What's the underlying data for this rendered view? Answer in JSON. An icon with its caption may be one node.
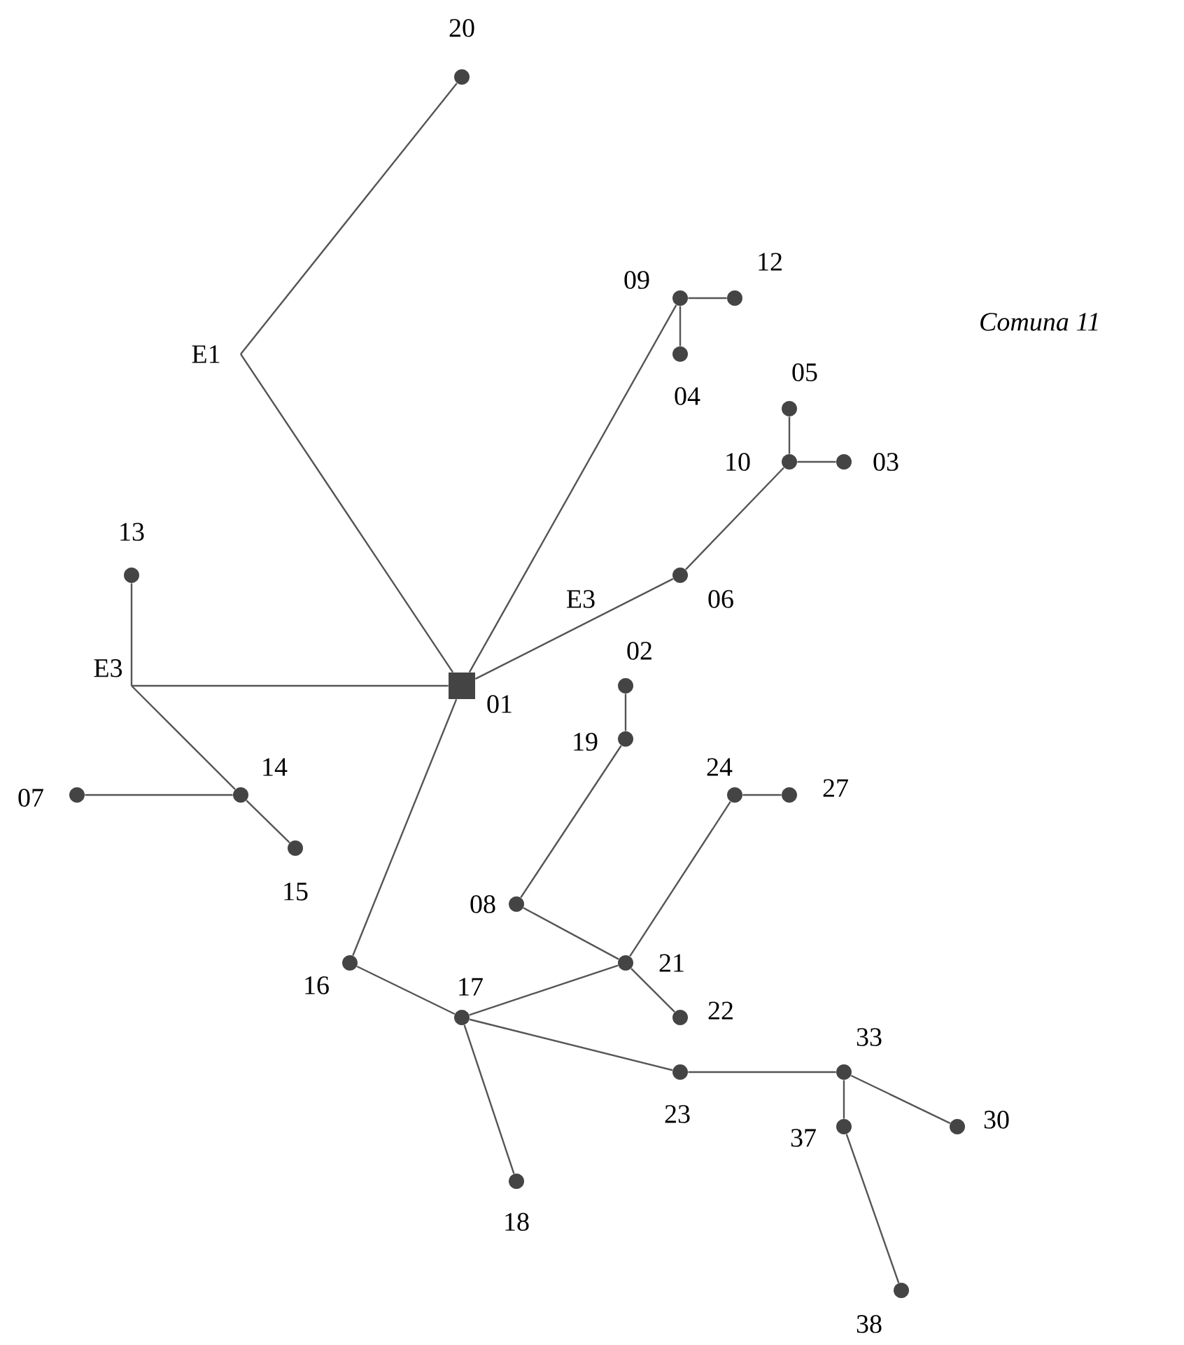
{
  "diagram": {
    "nodes": [
      {
        "text": [],
        "shape": "circle",
        "beside": [
          "20"
        ]
      },
      {
        "text": [
          "E1"
        ]
      },
      {
        "text": [],
        "shape": "circle",
        "beside": [
          "09"
        ]
      },
      {
        "text": [],
        "shape": "circle",
        "beside": [
          "12"
        ]
      },
      {
        "text": [],
        "shape": "circle",
        "beside": [
          "04"
        ]
      },
      {
        "text": [],
        "shape": "circle",
        "beside": [
          "05"
        ]
      },
      {
        "text": [],
        "shape": "circle",
        "beside": [
          "10"
        ]
      },
      {
        "text": [],
        "shape": "circle",
        "beside": [
          "03"
        ]
      },
      {
        "text": [],
        "shape": "circle",
        "beside": [
          "13"
        ]
      },
      {
        "text": [],
        "shape": "circle",
        "beside": [
          "06"
        ]
      },
      {
        "text": [
          "E3"
        ]
      },
      {
        "text": [],
        "shape": "box",
        "beside": [
          "01"
        ]
      },
      {
        "text": [],
        "shape": "circle",
        "beside": [
          "02"
        ]
      },
      {
        "text": [],
        "shape": "circle",
        "beside": [
          "19"
        ]
      },
      {
        "text": [],
        "shape": "circle",
        "beside": [
          "07"
        ]
      },
      {
        "text": [],
        "shape": "circle",
        "beside": [
          "14"
        ]
      },
      {
        "text": [],
        "shape": "circle",
        "beside": [
          "24"
        ]
      },
      {
        "text": [],
        "shape": "circle",
        "beside": [
          "27"
        ]
      },
      {
        "text": [],
        "shape": "circle",
        "beside": [
          "15"
        ]
      },
      {
        "text": [],
        "shape": "circle",
        "beside": [
          "08"
        ]
      },
      {
        "text": [],
        "shape": "circle",
        "beside": [
          "16"
        ]
      },
      {
        "text": [],
        "shape": "circle",
        "beside": [
          "21"
        ]
      },
      {
        "text": [],
        "shape": "circle",
        "beside": [
          "17"
        ]
      },
      {
        "text": [],
        "shape": "circle",
        "beside": [
          "22"
        ]
      },
      {
        "text": [],
        "shape": "circle",
        "beside": [
          "23"
        ]
      },
      {
        "text": [],
        "shape": "circle",
        "beside": [
          "33"
        ]
      },
      {
        "text": [],
        "shape": "circle",
        "beside": [
          "30"
        ]
      },
      {
        "text": [],
        "shape": "circle",
        "beside": [
          "37"
        ]
      },
      {
        "text": [],
        "shape": "circle",
        "beside": [
          "18"
        ]
      },
      {
        "text": [],
        "shape": "circle",
        "beside": [
          "38"
        ]
      }
    ],
    "edges": [
      {
        "from": 0,
        "to": 1,
        "arrow": "none"
      },
      {
        "from": 1,
        "to": 11,
        "arrow": "none"
      },
      {
        "from": 11,
        "to": 2,
        "arrow": "none"
      },
      {
        "from": 2,
        "to": 3,
        "arrow": "none"
      },
      {
        "from": 2,
        "to": 4,
        "arrow": "none"
      },
      {
        "from": 11,
        "to": 9,
        "arrow": "none",
        "label": "E3"
      },
      {
        "from": 9,
        "to": 6,
        "arrow": "none"
      },
      {
        "from": 6,
        "to": 5,
        "arrow": "none"
      },
      {
        "from": 6,
        "to": 7,
        "arrow": "none"
      },
      {
        "from": 11,
        "to": 10,
        "arrow": "none"
      },
      {
        "from": 10,
        "to": 8,
        "arrow": "none"
      },
      {
        "from": 10,
        "to": 15,
        "arrow": "none"
      },
      {
        "from": 15,
        "to": 14,
        "arrow": "none"
      },
      {
        "from": 15,
        "to": 18,
        "arrow": "none"
      },
      {
        "from": 11,
        "to": 20,
        "arrow": "none"
      },
      {
        "from": 20,
        "to": 22,
        "arrow": "none"
      },
      {
        "from": 22,
        "to": 21,
        "arrow": "none"
      },
      {
        "from": 22,
        "to": 28,
        "arrow": "none"
      },
      {
        "from": 22,
        "to": 24,
        "arrow": "none"
      },
      {
        "from": 21,
        "to": 19,
        "arrow": "none"
      },
      {
        "from": 19,
        "to": 13,
        "arrow": "none"
      },
      {
        "from": 13,
        "to": 12,
        "arrow": "none"
      },
      {
        "from": 21,
        "to": 16,
        "arrow": "none"
      },
      {
        "from": 16,
        "to": 17,
        "arrow": "none"
      },
      {
        "from": 21,
        "to": 23,
        "arrow": "none"
      },
      {
        "from": 24,
        "to": 25,
        "arrow": "none"
      },
      {
        "from": 25,
        "to": 26,
        "arrow": "none"
      },
      {
        "from": 25,
        "to": 27,
        "arrow": "none"
      },
      {
        "from": 27,
        "to": 29,
        "arrow": "none"
      }
    ],
    "labels": [
      "Comuna 11"
    ]
  }
}
